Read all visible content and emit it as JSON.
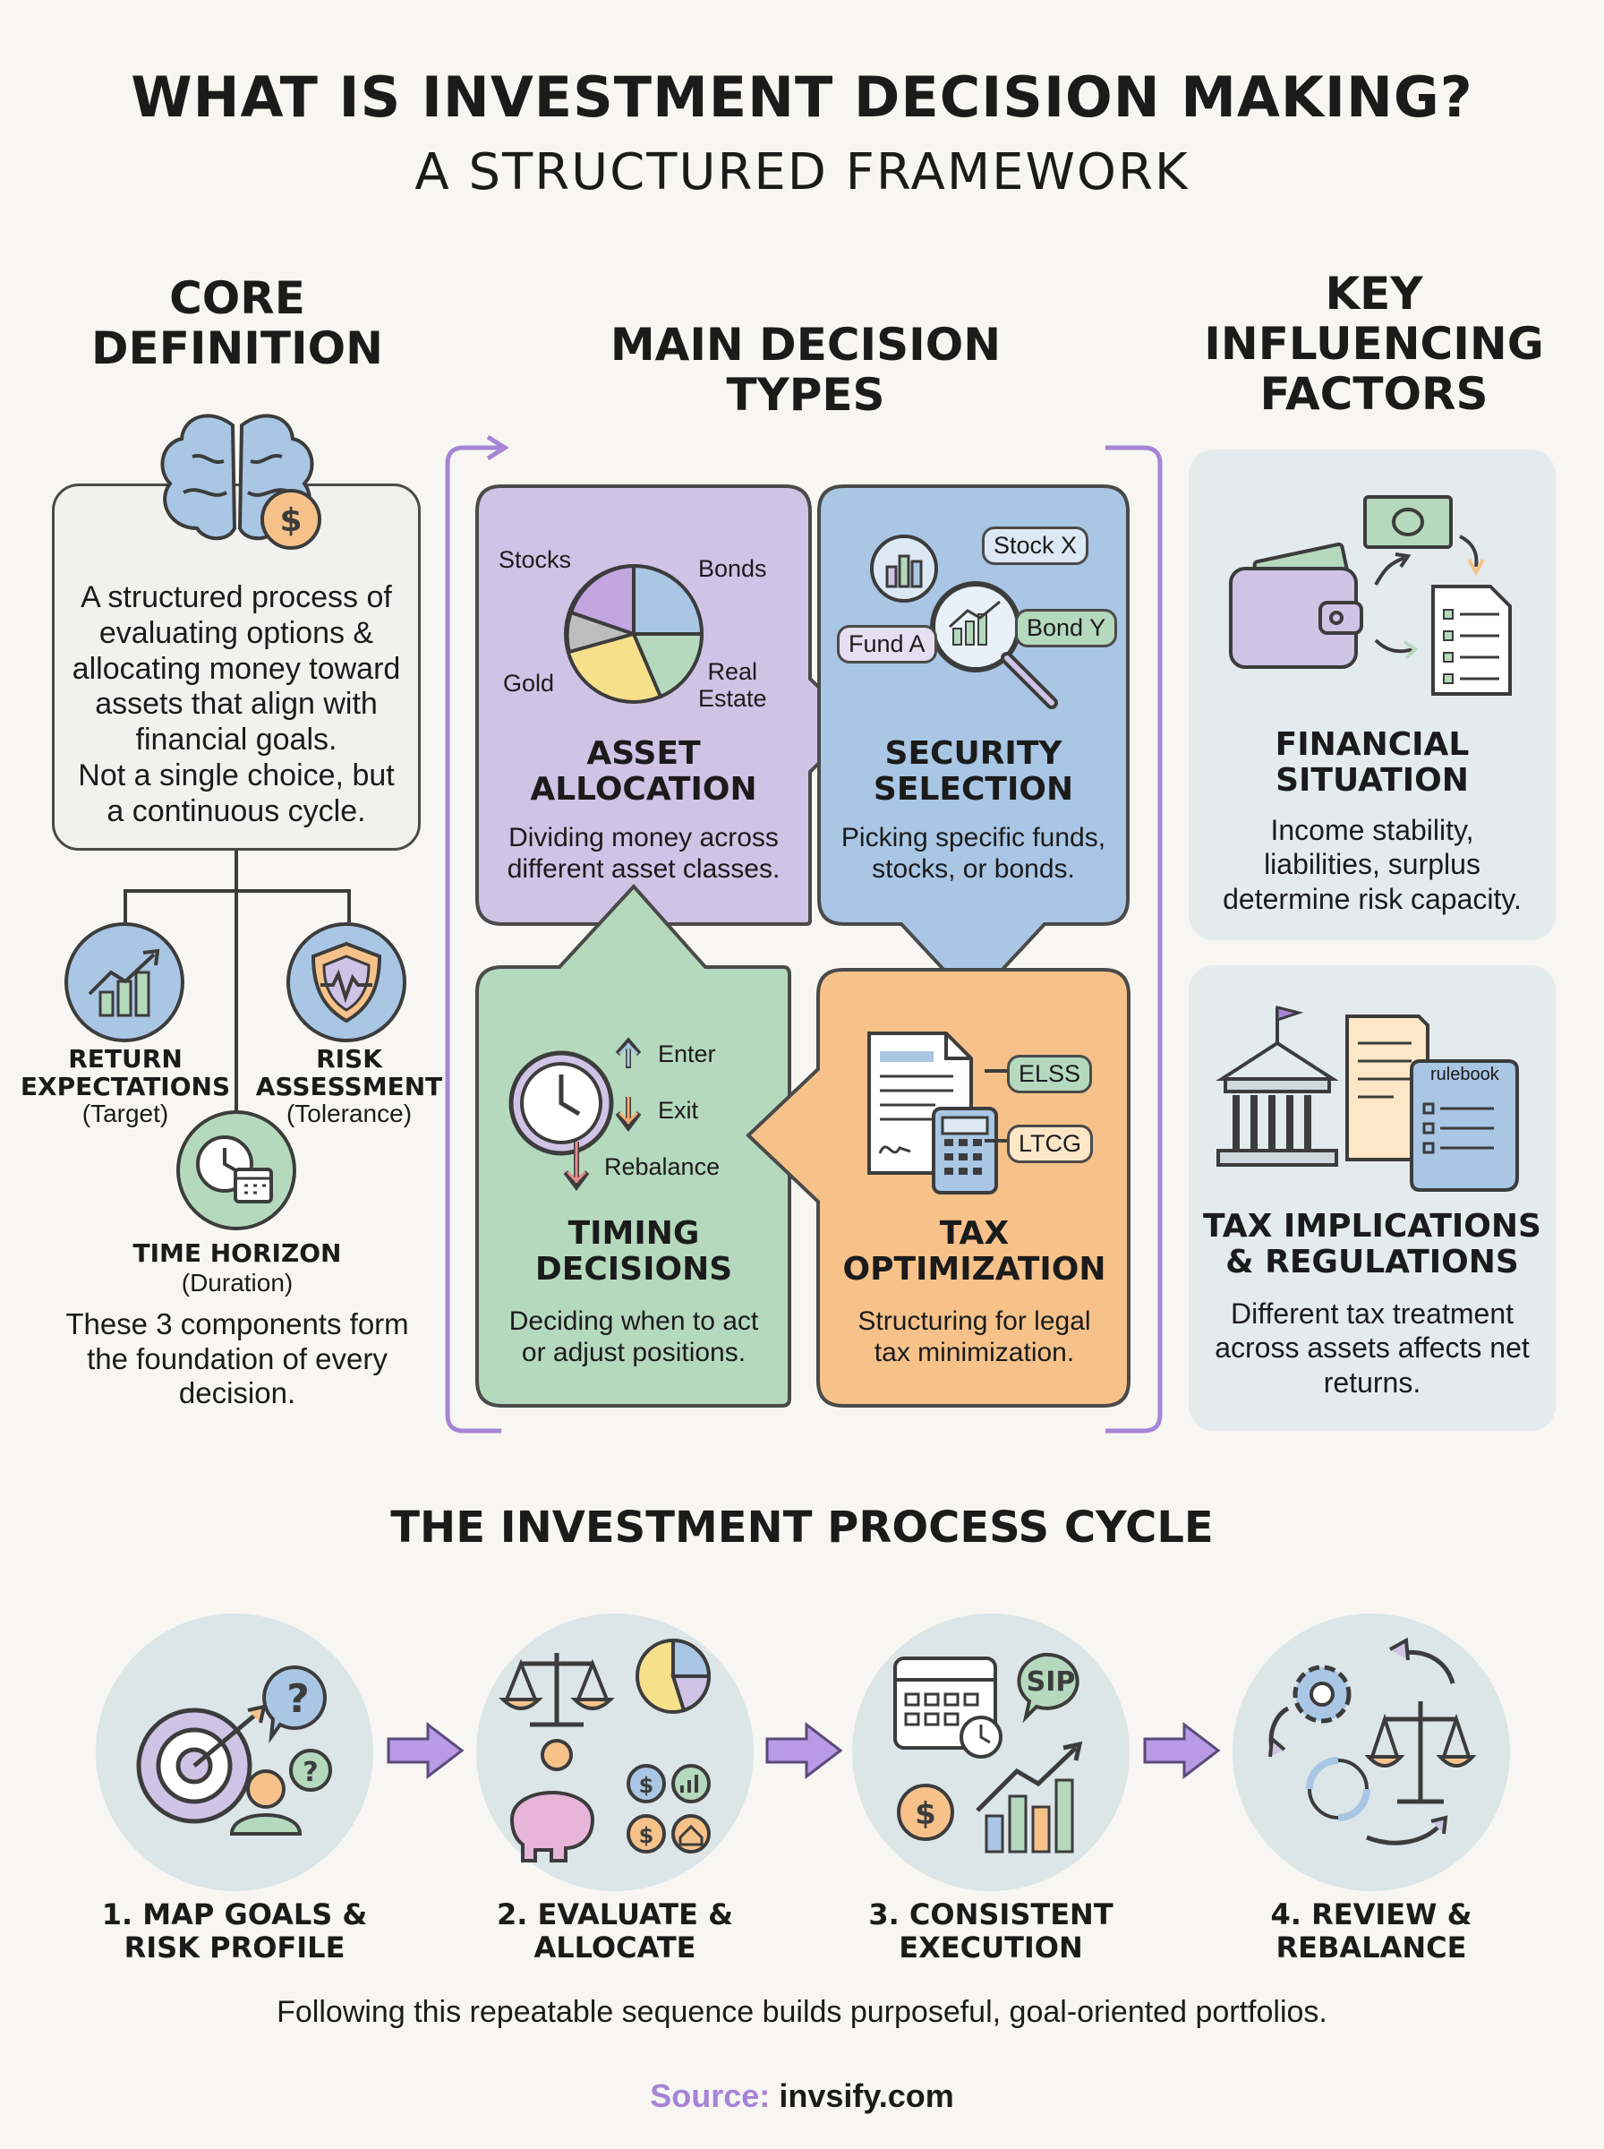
{
  "header": {
    "title": "WHAT IS INVESTMENT DECISION MAKING?",
    "subtitle": "A STRUCTURED FRAMEWORK"
  },
  "core": {
    "heading_l1": "CORE",
    "heading_l2": "DEFINITION",
    "definition_lines": [
      "A structured process of",
      "evaluating options &",
      "allocating money toward",
      "assets that align with",
      "financial goals.",
      "Not a single choice, but",
      "a continuous cycle."
    ],
    "return": {
      "l1": "RETURN",
      "l2": "EXPECTATIONS",
      "sub": "(Target)"
    },
    "risk": {
      "l1": "RISK",
      "l2": "ASSESSMENT",
      "sub": "(Tolerance)"
    },
    "time": {
      "l1": "TIME HORIZON",
      "sub": "(Duration)"
    },
    "footer_lines": [
      "These 3 components form",
      "the foundation of every",
      "decision."
    ]
  },
  "decisions": {
    "heading_l1": "MAIN DECISION",
    "heading_l2": "TYPES",
    "asset": {
      "title_l1": "ASSET",
      "title_l2": "ALLOCATION",
      "desc_l1": "Dividing money across",
      "desc_l2": "different asset classes.",
      "pie_labels": {
        "stocks": "Stocks",
        "bonds": "Bonds",
        "gold": "Gold",
        "real_l1": "Real",
        "real_l2": "Estate"
      }
    },
    "security": {
      "title_l1": "SECURITY",
      "title_l2": "SELECTION",
      "desc_l1": "Picking specific funds,",
      "desc_l2": "stocks, or bonds.",
      "tags": {
        "stock": "Stock X",
        "fund": "Fund A",
        "bond": "Bond Y"
      }
    },
    "timing": {
      "title_l1": "TIMING",
      "title_l2": "DECISIONS",
      "desc_l1": "Deciding when to act",
      "desc_l2": "or adjust positions.",
      "actions": {
        "enter": "Enter",
        "exit": "Exit",
        "rebalance": "Rebalance"
      }
    },
    "tax": {
      "title_l1": "TAX",
      "title_l2": "OPTIMIZATION",
      "desc_l1": "Structuring for legal",
      "desc_l2": "tax minimization.",
      "tags": {
        "elss": "ELSS",
        "ltcg": "LTCG"
      }
    }
  },
  "factors": {
    "heading_l1": "KEY",
    "heading_l2": "INFLUENCING",
    "heading_l3": "FACTORS",
    "financial": {
      "title_l1": "FINANCIAL",
      "title_l2": "SITUATION",
      "desc_lines": [
        "Income stability,",
        "liabilities, surplus",
        "determine risk capacity."
      ]
    },
    "tax": {
      "title_l1": "TAX IMPLICATIONS",
      "title_l2": "& REGULATIONS",
      "desc_lines": [
        "Different tax treatment",
        "across assets affects net",
        "returns."
      ],
      "rulebook": "rulebook"
    }
  },
  "cycle": {
    "heading": "THE INVESTMENT PROCESS CYCLE",
    "steps": [
      {
        "l1": "1. MAP GOALS &",
        "l2": "RISK PROFILE"
      },
      {
        "l1": "2. EVALUATE &",
        "l2": "ALLOCATE"
      },
      {
        "l1": "3. CONSISTENT",
        "l2": "EXECUTION"
      },
      {
        "l1": "4. REVIEW &",
        "l2": "REBALANCE"
      }
    ],
    "sip": "SIP",
    "footer": "Following this repeatable sequence builds purposeful, goal-oriented portfolios."
  },
  "source": {
    "label": "Source:",
    "site": "invsify.com"
  },
  "colors": {
    "purple": "#cfc3e6",
    "blue": "#a9c6e4",
    "green": "#b5d9bd",
    "orange": "#f6c28a",
    "panel": "#e4ebed",
    "accent": "#a684d6"
  }
}
